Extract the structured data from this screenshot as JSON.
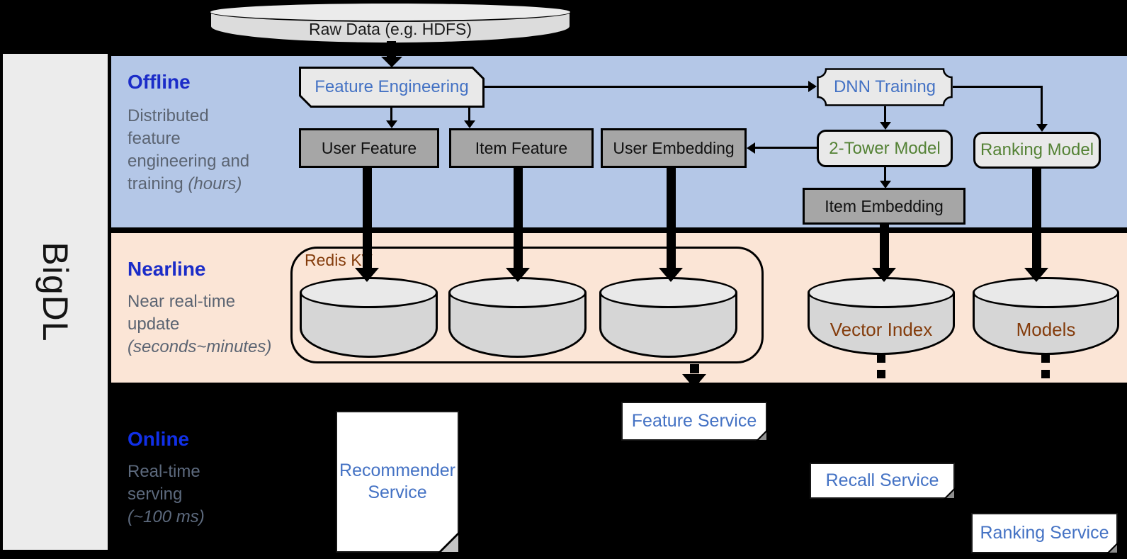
{
  "brand": "BigDL",
  "colors": {
    "background": "#000000",
    "offline_band": "#b4c7e7",
    "nearline_band": "#fbe5d6",
    "sidebar": "#ececec",
    "section_title_blue": "#1b2cc8",
    "online_title_blue": "#1130e8",
    "node_text_blue": "#4472c4",
    "model_text_green": "#548235",
    "storage_text_brown": "#843c0c",
    "gray_node_fill": "#a6a6a6",
    "light_node_fill": "#e9e9e9"
  },
  "raw_data": {
    "label": "Raw Data (e.g. HDFS)"
  },
  "sections": {
    "offline": {
      "title": "Offline",
      "desc": "Distributed feature engineering and training",
      "desc_italic": "(hours)"
    },
    "nearline": {
      "title": "Nearline",
      "desc": "Near real-time update",
      "desc_italic": "(seconds~minutes)"
    },
    "online": {
      "title": "Online",
      "desc": "Real-time serving",
      "desc_italic": "(~100 ms)"
    }
  },
  "nodes": {
    "feature_engineering": "Feature Engineering",
    "dnn_training": "DNN Training",
    "user_feature": "User Feature",
    "item_feature": "Item Feature",
    "user_embedding": "User Embedding",
    "two_tower_model": "2-Tower Model",
    "ranking_model": "Ranking Model",
    "item_embedding": "Item Embedding",
    "redis_kv": "Redis KV",
    "vector_index": "Vector Index",
    "models": "Models"
  },
  "services": {
    "recommender": "Recommender Service",
    "feature": "Feature Service",
    "recall": "Recall Service",
    "ranking": "Ranking Service"
  }
}
